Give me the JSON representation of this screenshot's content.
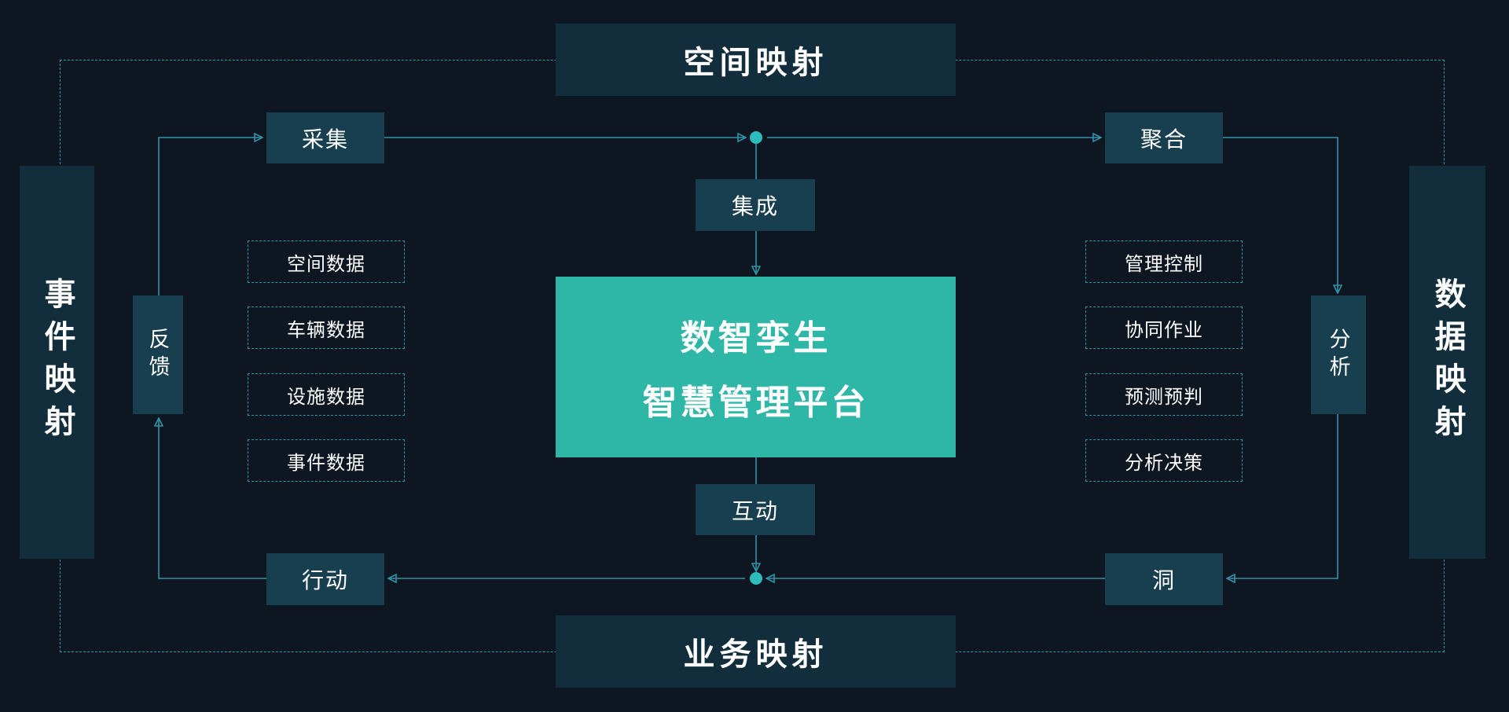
{
  "diagram": {
    "platform": {
      "title_line1": "数智孪生",
      "title_line2": "智慧管理平台"
    },
    "mappings": {
      "top": "空间映射",
      "bottom": "业务映射",
      "left": "事件映射",
      "right": "数据映射"
    },
    "nodes": {
      "collect": "采集",
      "aggregate": "聚合",
      "integrate": "集成",
      "interact": "互动",
      "action": "行动",
      "insight": "洞",
      "feedback": "反馈",
      "analysis": "分析"
    },
    "data_items": [
      "空间数据",
      "车辆数据",
      "设施数据",
      "事件数据"
    ],
    "capability_items": [
      "管理控制",
      "协同作业",
      "预测预判",
      "分析决策"
    ],
    "colors": {
      "background": "#0d1621",
      "node_fill": "#183f4f",
      "mapping_fill": "#122e3c",
      "platform_fill": "#2eb6a6",
      "line": "#2e94a8",
      "dashed_border": "#2899ae",
      "dot": "#2bbcbc",
      "text": "#ffffff"
    }
  }
}
